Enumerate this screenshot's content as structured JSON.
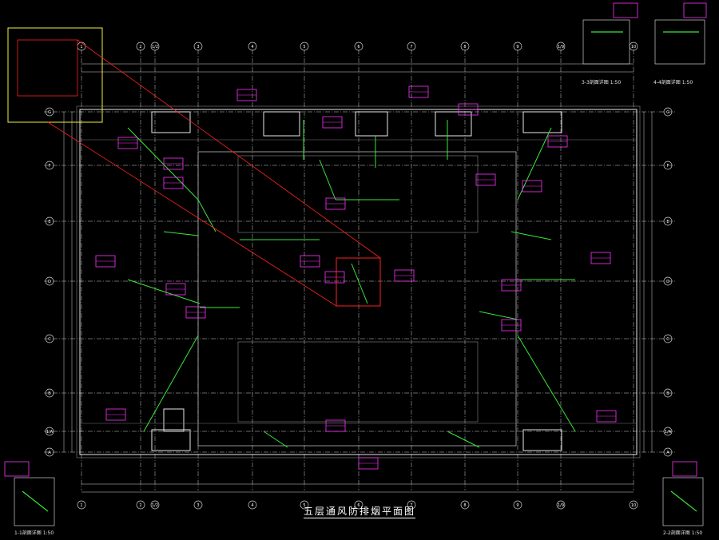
{
  "drawing": {
    "title": "五层通风防排烟平面图",
    "grid_columns": [
      "1",
      "2",
      "1/2",
      "3",
      "4",
      "5",
      "6",
      "7",
      "8",
      "9",
      "1/9",
      "10"
    ],
    "grid_rows": [
      "A",
      "1/A",
      "B",
      "C",
      "D",
      "E",
      "F",
      "G"
    ],
    "detail_views": [
      {
        "id": "tr",
        "caption": "3-3剖面详图 1:50"
      },
      {
        "id": "tr2",
        "caption": "4-4剖面详图 1:50"
      },
      {
        "id": "bl",
        "caption": "1-1剖面详图 1:50"
      },
      {
        "id": "br",
        "caption": "2-2剖面详图 1:50"
      }
    ]
  },
  "colors": {
    "background": "#000000",
    "grid": "#cfcfcf",
    "wall": "#e8e8e8",
    "duct": "#39e639",
    "tag": "#ff33ff",
    "leader": "#ff2020",
    "text": "#ffffff",
    "highlight": "#f0f040"
  }
}
